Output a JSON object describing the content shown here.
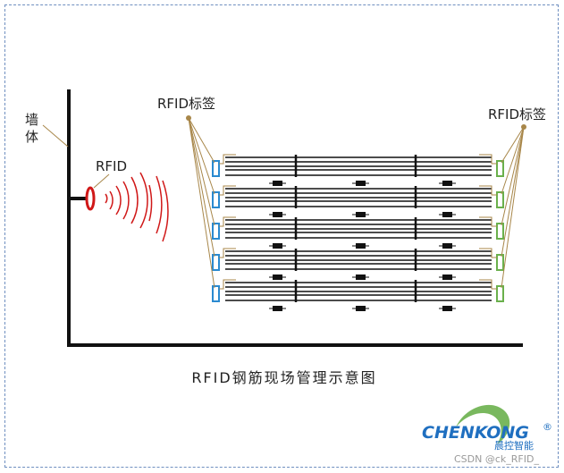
{
  "labels": {
    "wall": "墙体",
    "reader": "RFID",
    "tag_left": "RFID标签",
    "tag_right": "RFID标签"
  },
  "caption": "RFID钢筋现场管理示意图",
  "logo": {
    "brand": "CHENKONG",
    "registered": "®",
    "subtitle": "晨控智能"
  },
  "watermark": "CSDN @ck_RFID_",
  "colors": {
    "wall": "#111111",
    "reader": "#d01818",
    "signal": "#d01818",
    "tag_left": "#2a8ad0",
    "tag_right": "#6ab04c",
    "leader": "#a8874a",
    "rebar": "#111111",
    "frame": "#6f8fc0",
    "logo": "#1f6fc0"
  },
  "icons": {
    "reader": "rfid-reader-icon",
    "signal": "signal-waves-icon",
    "tag": "rfid-tag-icon",
    "logo_swoosh": "chenkong-swoosh-icon"
  }
}
